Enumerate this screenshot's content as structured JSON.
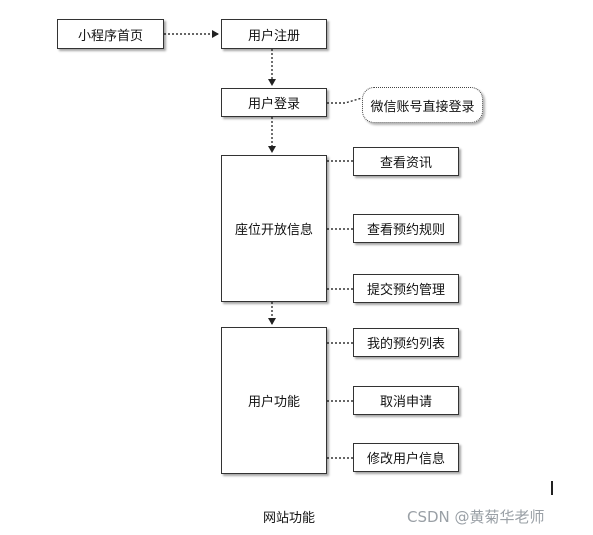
{
  "nodes": {
    "home": "小程序首页",
    "register": "用户注册",
    "login": "用户登录",
    "wechat_login": "微信账号直接登录",
    "seat_info": "座位开放信息",
    "view_news": "查看资讯",
    "view_rules": "查看预约规则",
    "submit_booking": "提交预约管理",
    "user_functions": "用户功能",
    "my_bookings": "我的预约列表",
    "cancel_request": "取消申请",
    "edit_user_info": "修改用户信息"
  },
  "caption": "网站功能",
  "watermark": "CSDN @黄菊华老师"
}
